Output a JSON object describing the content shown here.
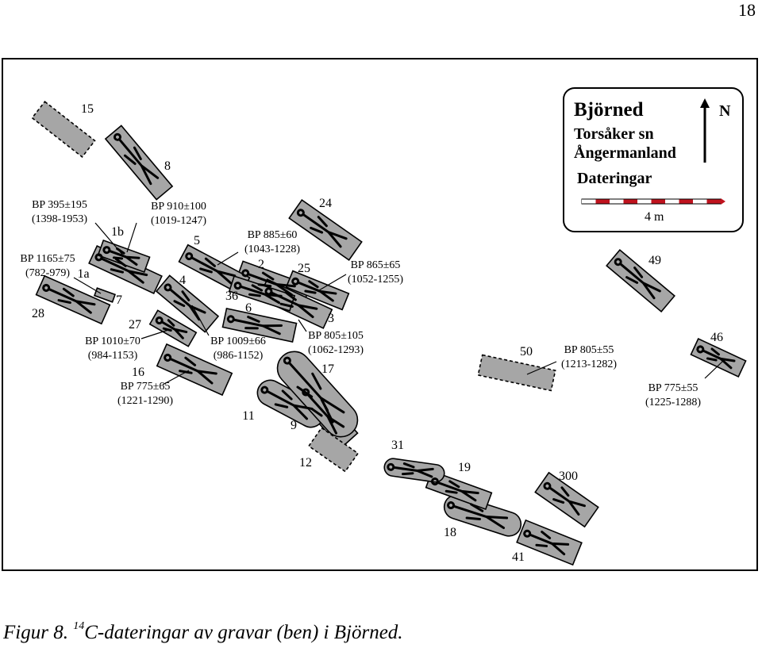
{
  "page_number": "18",
  "caption": {
    "prefix": "Figur 8. ",
    "superscript": "14",
    "rest": "C-dateringar av gravar (ben) i Björned."
  },
  "legend": {
    "title": "Björned",
    "parish": "Torsåker sn",
    "region": "Ångermanland",
    "subtitle": "Dateringar",
    "north": "N",
    "scale_label": "4 m",
    "scale_colors": [
      "#ffffff",
      "#c0131e"
    ]
  },
  "colors": {
    "grave_fill": "#a6a6a6",
    "outline": "#000000"
  },
  "graves": [
    {
      "id": "15",
      "label": "15",
      "dashed": true
    },
    {
      "id": "8",
      "label": "8"
    },
    {
      "id": "1b",
      "label": "1b"
    },
    {
      "id": "1a",
      "label": "1a"
    },
    {
      "id": "7",
      "label": "7"
    },
    {
      "id": "28",
      "label": "28"
    },
    {
      "id": "5",
      "label": "5"
    },
    {
      "id": "4",
      "label": "4"
    },
    {
      "id": "27",
      "label": "27"
    },
    {
      "id": "16",
      "label": "16"
    },
    {
      "id": "2",
      "label": "2"
    },
    {
      "id": "36",
      "label": "36"
    },
    {
      "id": "6",
      "label": "6"
    },
    {
      "id": "3",
      "label": "3"
    },
    {
      "id": "24",
      "label": "24"
    },
    {
      "id": "25",
      "label": "25"
    },
    {
      "id": "17",
      "label": "17"
    },
    {
      "id": "11",
      "label": "11"
    },
    {
      "id": "9",
      "label": "9"
    },
    {
      "id": "12",
      "label": "12",
      "dashed": true
    },
    {
      "id": "31",
      "label": "31"
    },
    {
      "id": "19",
      "label": "19"
    },
    {
      "id": "18",
      "label": "18"
    },
    {
      "id": "41",
      "label": "41"
    },
    {
      "id": "300",
      "label": "300"
    },
    {
      "id": "50",
      "label": "50",
      "dashed": true
    },
    {
      "id": "49",
      "label": "49"
    },
    {
      "id": "46",
      "label": "46"
    }
  ],
  "datings": [
    {
      "grave": "1b",
      "bp": "BP 395±195",
      "range": "(1398-1953)"
    },
    {
      "grave": "5",
      "bp": "BP 910±100",
      "range": "(1019-1247)"
    },
    {
      "grave": "1a",
      "bp": "BP 1165±75",
      "range": "(782-979)"
    },
    {
      "grave": "27",
      "bp": "BP 1010±70",
      "range": "(984-1153)"
    },
    {
      "grave": "16",
      "bp": "BP 775±65",
      "range": "(1221-1290)"
    },
    {
      "grave": "2",
      "bp": "BP 885±60",
      "range": "(1043-1228)"
    },
    {
      "grave": "4",
      "bp": "BP 1009±66",
      "range": "(986-1152)"
    },
    {
      "grave": "25",
      "bp": "BP 865±65",
      "range": "(1052-1255)"
    },
    {
      "grave": "3",
      "bp": "BP 805±105",
      "range": "(1062-1293)"
    },
    {
      "grave": "50",
      "bp": "BP 805±55",
      "range": "(1213-1282)"
    },
    {
      "grave": "46",
      "bp": "BP 775±55",
      "range": "(1225-1288)"
    }
  ]
}
